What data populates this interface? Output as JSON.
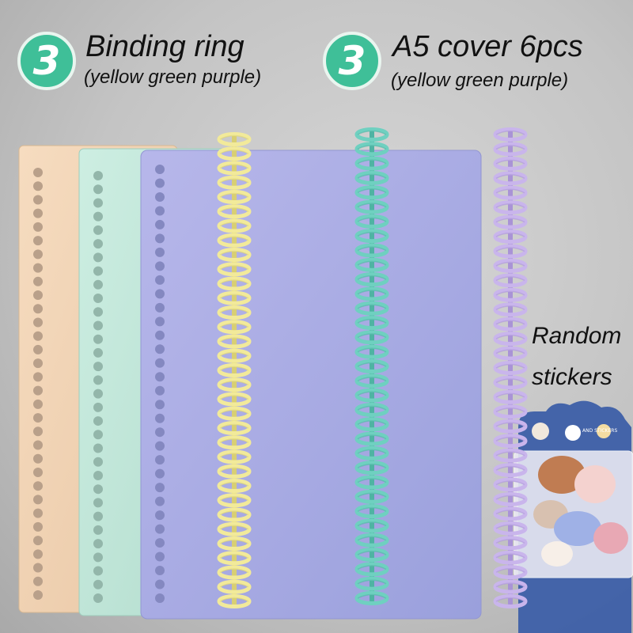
{
  "left_label": {
    "badge": "3",
    "title": "Binding ring",
    "subtitle": "(yellow green purple)"
  },
  "right_label": {
    "badge": "3",
    "title": "A5 cover  6pcs",
    "subtitle": "(yellow green purple)"
  },
  "side_label": {
    "line1": "Random",
    "line2": "stickers"
  },
  "sticker_pack": {
    "text": "AND STICKERS"
  },
  "colors": {
    "badge": "#3fbf98",
    "cover_peach": "#f0d2b2",
    "cover_mint": "#bfe6d8",
    "cover_lavender": "#aeb0e6",
    "ring_yellow": "#f2ea9a",
    "ring_green": "#6fd0c0",
    "ring_purple": "#c9b5ec"
  }
}
